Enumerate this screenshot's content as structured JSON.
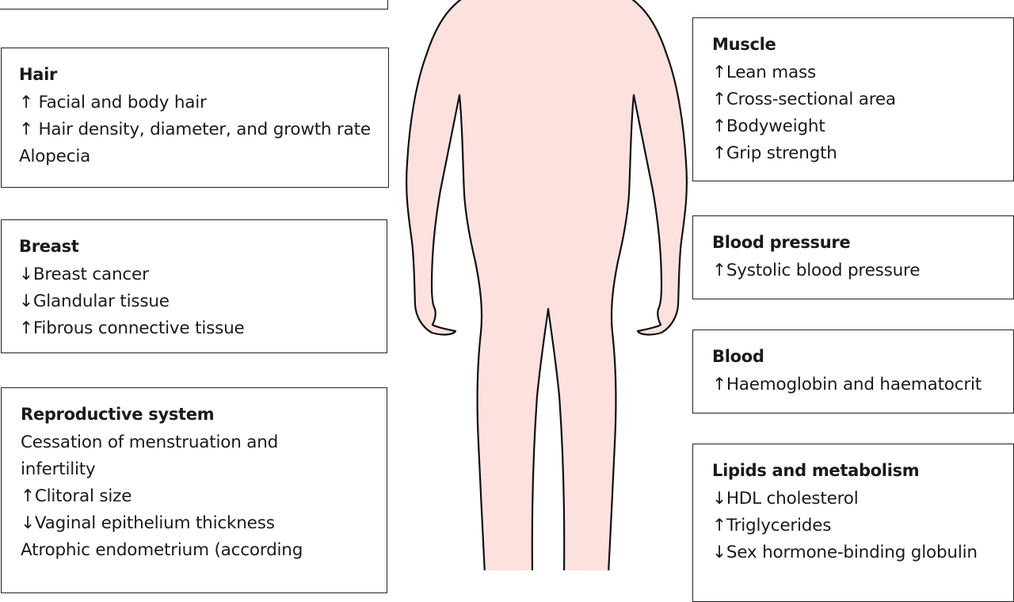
{
  "left_boxes": {
    "hair": {
      "title": "Hair",
      "items": [
        "↑ Facial and body hair",
        "↑ Hair density, diameter, and growth rate",
        "Alopecia"
      ]
    },
    "breast": {
      "title": "Breast",
      "items": [
        "↓Breast cancer",
        "↓Glandular tissue",
        "↑Fibrous connective tissue"
      ]
    },
    "reproductive": {
      "title": "Reproductive system",
      "items": [
        "Cessation of menstruation and infertility",
        "↑Clitoral size",
        "↓Vaginal epithelium thickness",
        "Atrophic endometrium (according"
      ]
    }
  },
  "right_boxes": {
    "muscle": {
      "title": "Muscle",
      "items": [
        "↑Lean mass",
        "↑Cross-sectional area",
        "↑Bodyweight",
        "↑Grip strength"
      ]
    },
    "blood_pressure": {
      "title": "Blood pressure",
      "items": [
        "↑Systolic blood pressure"
      ]
    },
    "blood": {
      "title": "Blood",
      "items": [
        "↑Haemoglobin and haematocrit"
      ]
    },
    "lipids": {
      "title": "Lipids and metabolism",
      "items": [
        "↓HDL cholesterol",
        "↑Triglycerides",
        "↓Sex hormone-binding globulin"
      ]
    }
  },
  "figure": {
    "fill_color": "#fde1de",
    "outline_color": "#111111"
  }
}
